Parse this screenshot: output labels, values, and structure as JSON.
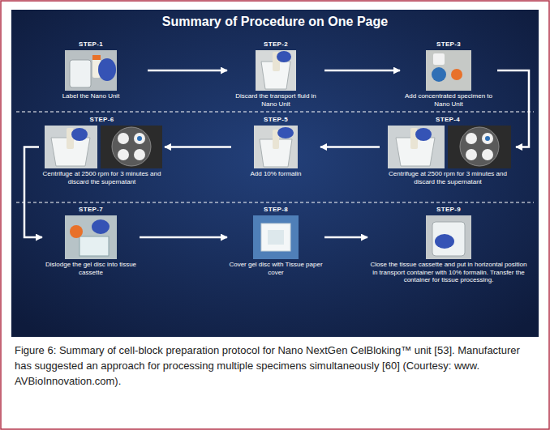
{
  "diagram": {
    "title": "Summary of Procedure on One Page",
    "caption": "Figure 6: Summary of cell-block preparation protocol for Nano NextGen CelBloking™ unit [53]. Manufacturer has suggested an approach for processing multiple specimens simultaneously [60] (Courtesy: www. AVBioInnovation.com).",
    "nodes": [
      {
        "text": [
          "STEP-1",
          "Label the Nano Unit"
        ]
      },
      {
        "text": [
          "STEP-2",
          "Discard the transport fluid in Nano Unit"
        ]
      },
      {
        "text": [
          "STEP-3",
          "Add concentrated specimen to Nano Unit"
        ]
      },
      {
        "text": [
          "STEP-4",
          "Centrifuge at 2500 rpm for 3 minutes and discard the supernatant"
        ]
      },
      {
        "text": [
          "STEP-5",
          "Add 10% formalin"
        ]
      },
      {
        "text": [
          "STEP-6",
          "Centrifuge at 2500 rpm for 3 minutes and discard the supernatant"
        ]
      },
      {
        "text": [
          "STEP-7",
          "Dislodge the gel disc into tissue cassette"
        ]
      },
      {
        "text": [
          "STEP-8",
          "Cover gel disc with Tissue paper cover"
        ]
      },
      {
        "text": [
          "STEP-9",
          "Close the tissue cassette and put in horizontal position in transport container with 10% formalin. Transfer the container for tissue processing."
        ]
      }
    ],
    "edges": [
      {
        "from": 0,
        "to": 1,
        "arrow": "to"
      },
      {
        "from": 1,
        "to": 2,
        "arrow": "to"
      },
      {
        "from": 2,
        "to": 3,
        "arrow": "to"
      },
      {
        "from": 3,
        "to": 4,
        "arrow": "to"
      },
      {
        "from": 4,
        "to": 5,
        "arrow": "to"
      },
      {
        "from": 5,
        "to": 6,
        "arrow": "to"
      },
      {
        "from": 6,
        "to": 7,
        "arrow": "to"
      },
      {
        "from": 7,
        "to": 8,
        "arrow": "to"
      }
    ]
  }
}
